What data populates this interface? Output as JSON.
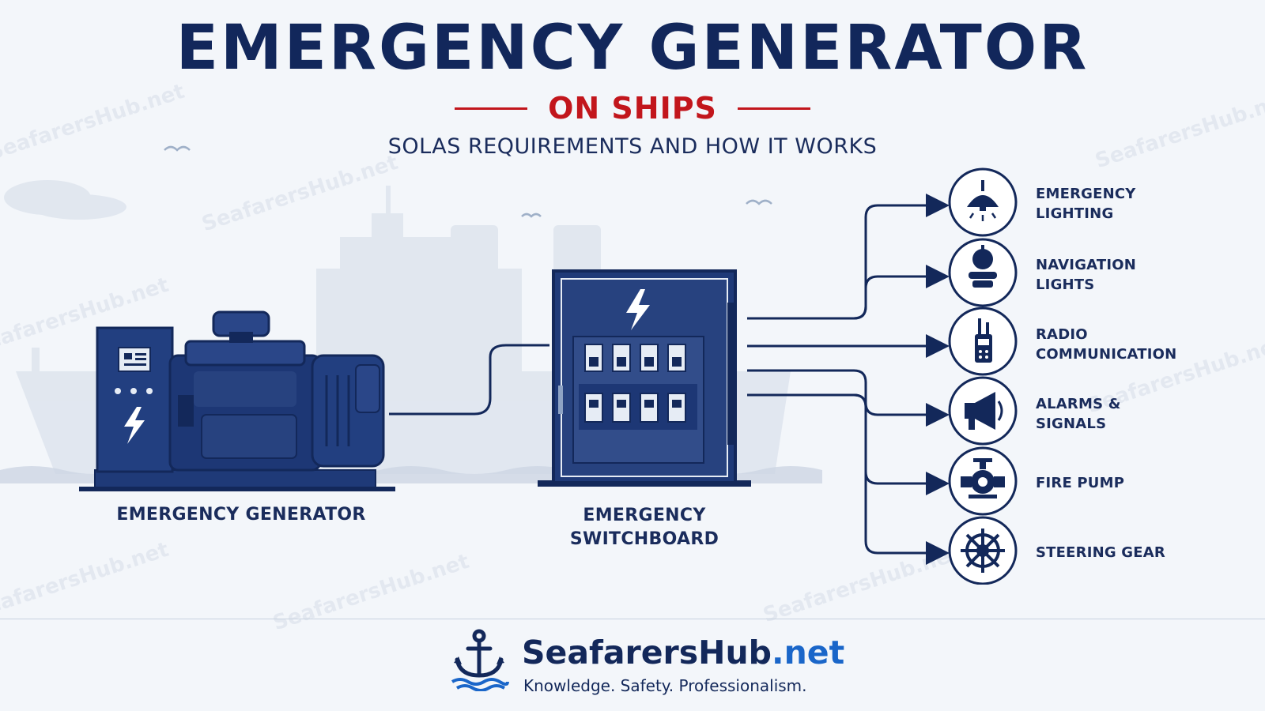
{
  "header": {
    "title": "EMERGENCY GENERATOR",
    "subtitle": "ON SHIPS",
    "tagline": "SOLAS REQUIREMENTS AND HOW IT WORKS"
  },
  "diagram": {
    "generator_label": "EMERGENCY GENERATOR",
    "switchboard_label_line1": "EMERGENCY",
    "switchboard_label_line2": "SWITCHBOARD",
    "loads": [
      {
        "line1": "EMERGENCY",
        "line2": "LIGHTING",
        "icon": "ceiling-lamp-icon"
      },
      {
        "line1": "NAVIGATION",
        "line2": "LIGHTS",
        "icon": "navigation-light-icon"
      },
      {
        "line1": "RADIO",
        "line2": "COMMUNICATION",
        "icon": "radio-handset-icon"
      },
      {
        "line1": "ALARMS &",
        "line2": "SIGNALS",
        "icon": "megaphone-icon"
      },
      {
        "line1": "FIRE PUMP",
        "line2": "",
        "icon": "fire-pump-icon"
      },
      {
        "line1": "STEERING GEAR",
        "line2": "",
        "icon": "ship-wheel-icon"
      }
    ]
  },
  "watermark": "SeafarersHub.net",
  "footer": {
    "brand_name": "SeafarersHub",
    "brand_tld": ".net",
    "motto": "Knowledge. Safety. Professionalism.",
    "logo_icon": "anchor-wave-icon"
  },
  "colors": {
    "navy": "#13285a",
    "accent_red": "#c2161c",
    "link_blue": "#1a66c9",
    "background": "#f3f6fa"
  }
}
